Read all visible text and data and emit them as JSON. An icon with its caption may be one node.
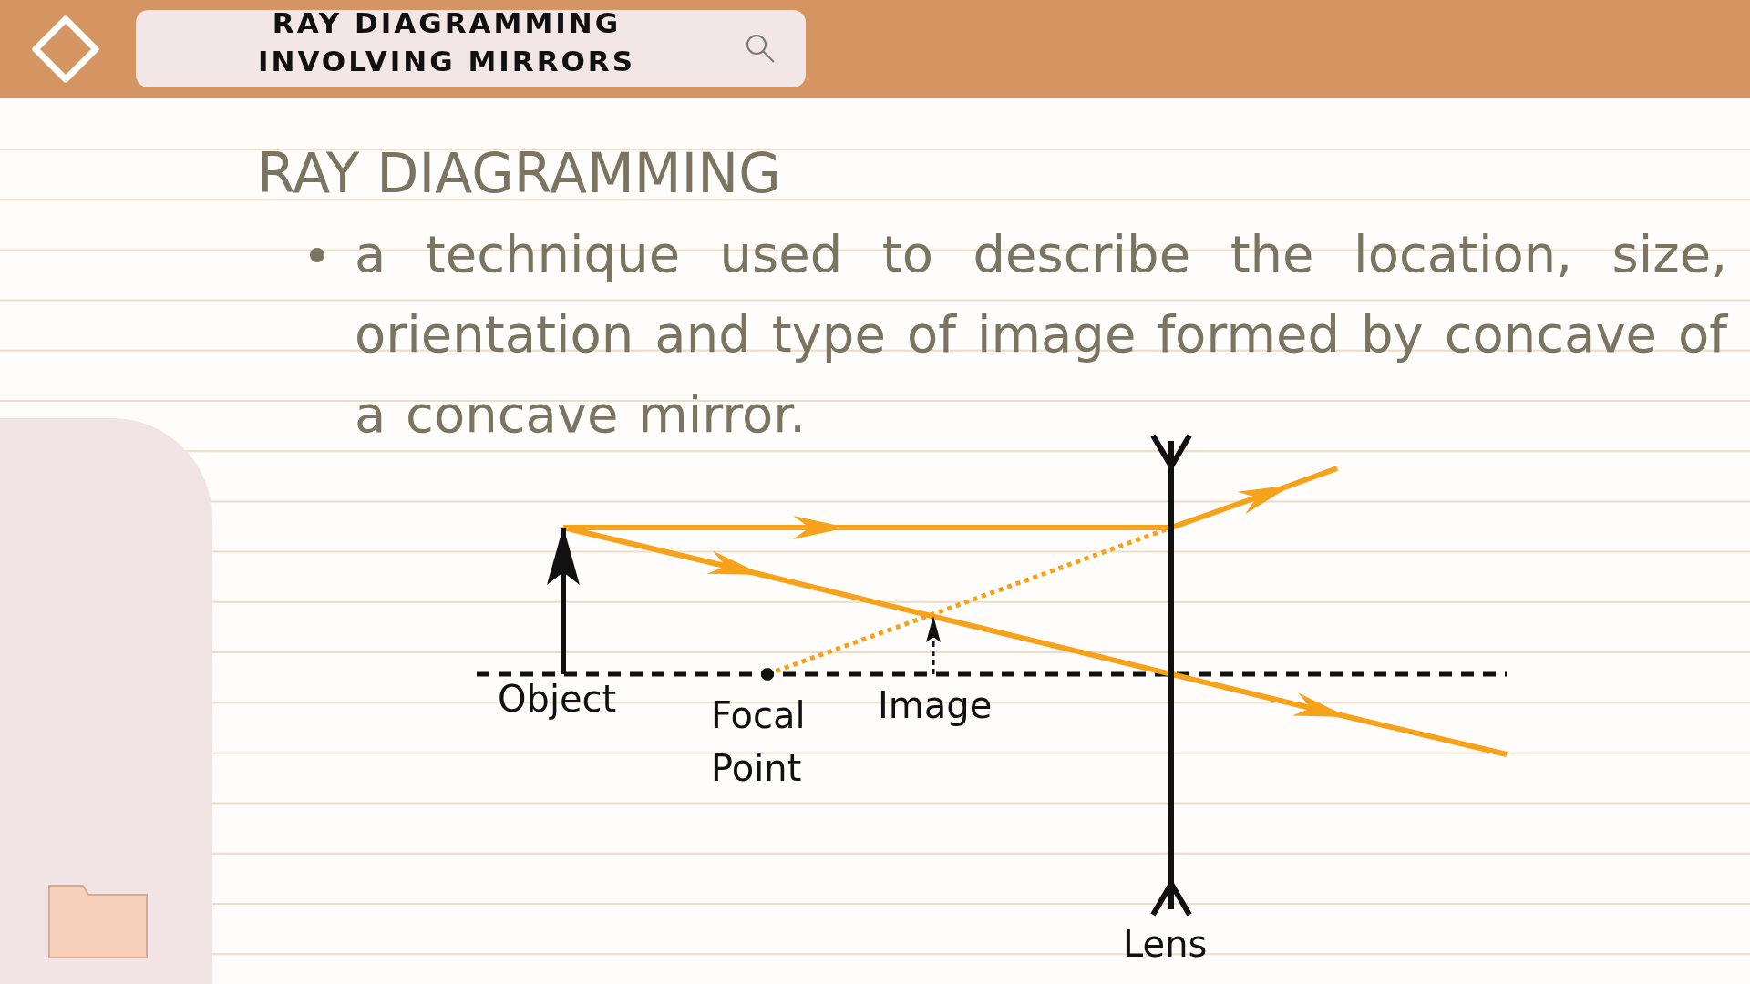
{
  "diagram": {
    "title": "RAY DIAGRAMMING INVOLVING MIRRORS",
    "labels": [
      "RAY DIAGRAMMING",
      "a technique used to describe the location, size, orientation and type of image formed by concave of a concave mirror.",
      "Object",
      "Focal Point",
      "Image",
      "Lens"
    ]
  }
}
